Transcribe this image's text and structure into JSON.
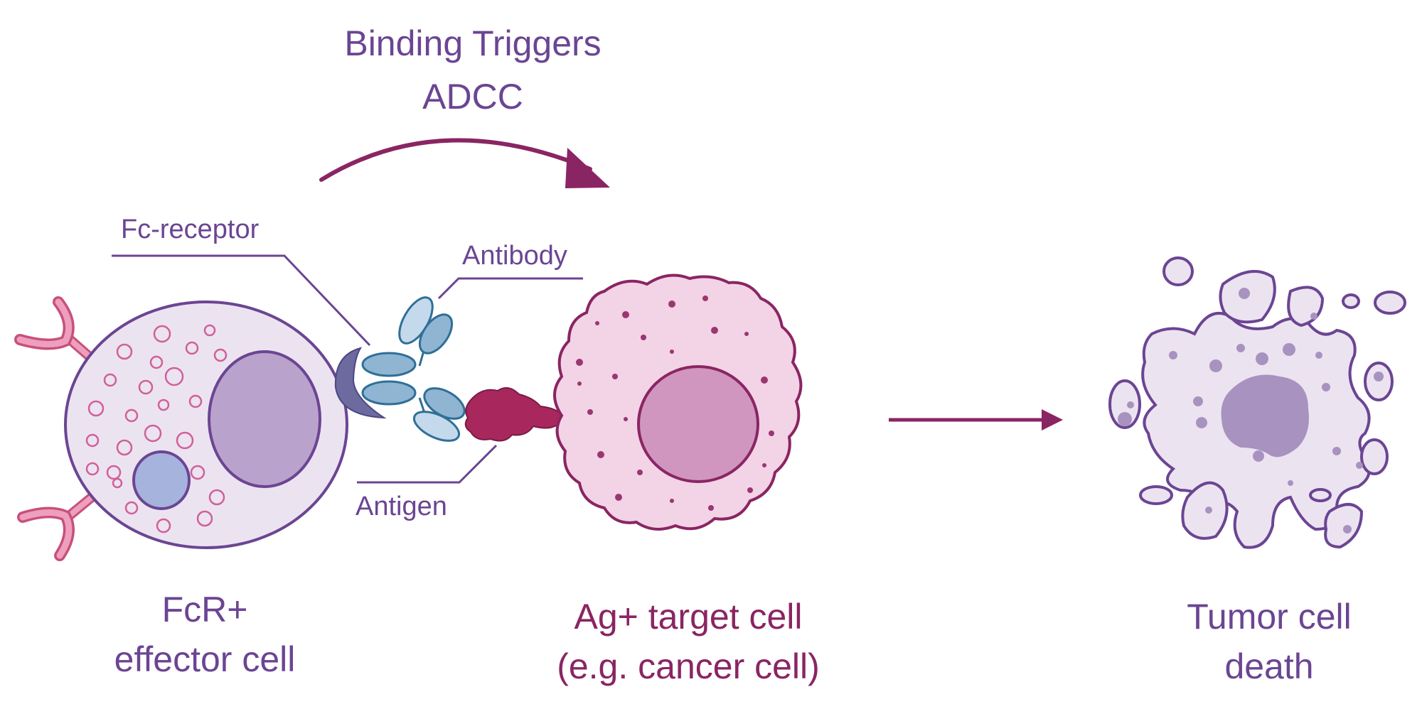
{
  "title": {
    "line1": "Binding Triggers",
    "line2": "ADCC"
  },
  "labels": {
    "fc_receptor": "Fc-receptor",
    "antibody": "Antibody",
    "antigen": "Antigen"
  },
  "captions": {
    "effector": {
      "line1": "FcR+",
      "line2": "effector cell"
    },
    "target": {
      "line1": "Ag+ target cell",
      "line2": "(e.g. cancer cell)"
    },
    "death": {
      "line1": "Tumor cell",
      "line2": "death"
    }
  },
  "colors": {
    "label_purple": "#6b4593",
    "target_magenta": "#8a2563",
    "effector_fill": "#ece3f1",
    "nucleus_fill": "#b9a3cc",
    "target_fill": "#f3d3e6",
    "target_nucleus": "#d196bf",
    "antibody_blue": "#8fb5d2"
  }
}
